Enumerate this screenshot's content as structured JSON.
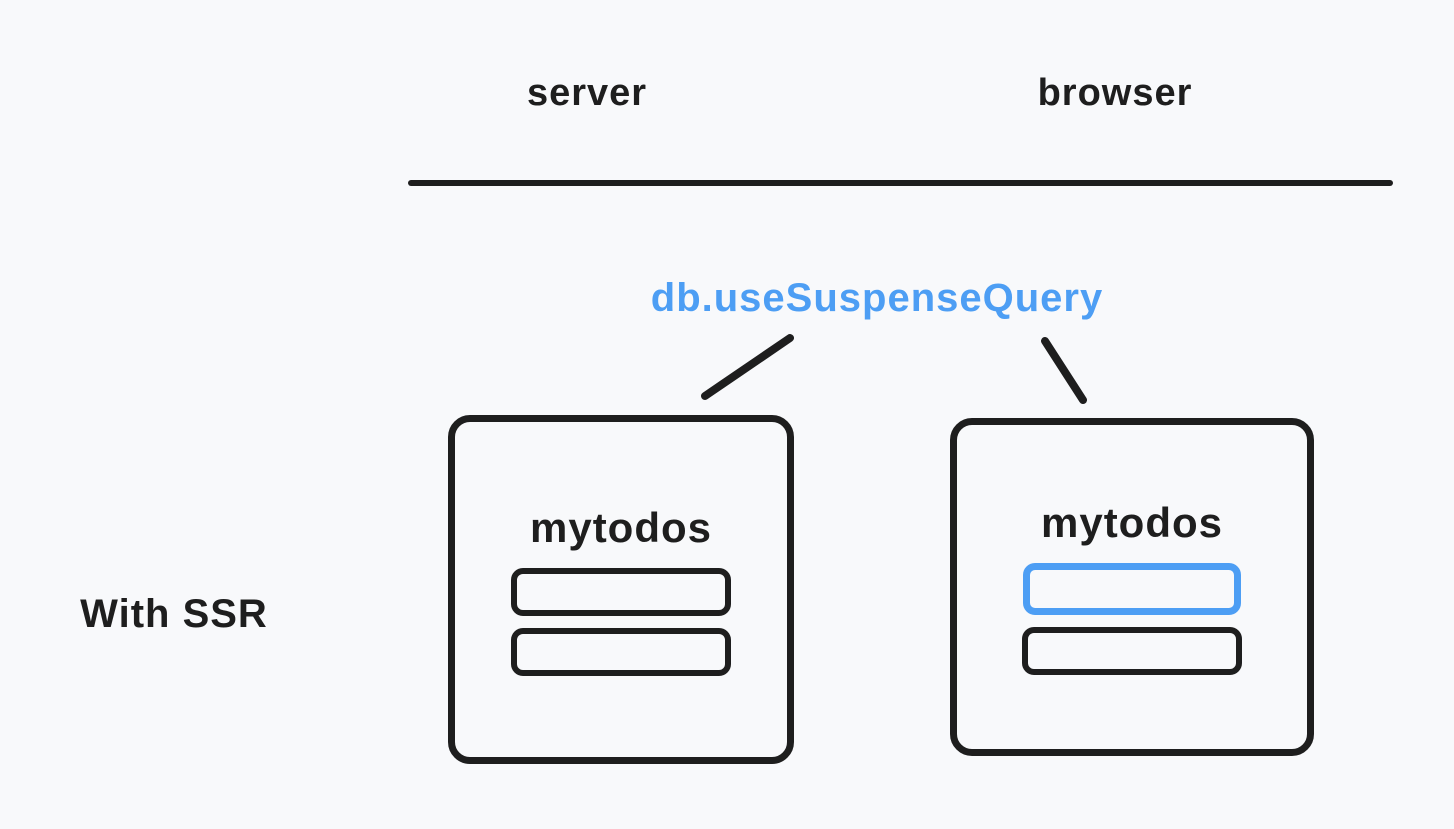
{
  "diagram": {
    "columns": {
      "server_label": "server",
      "browser_label": "browser"
    },
    "query_label": "db.useSuspenseQuery",
    "side_label": "With SSR",
    "server_box": {
      "title": "mytodos",
      "rows": [
        {
          "color": "black"
        },
        {
          "color": "black"
        }
      ]
    },
    "browser_box": {
      "title": "mytodos",
      "rows": [
        {
          "color": "blue"
        },
        {
          "color": "black"
        }
      ]
    },
    "colors": {
      "background": "#f8f9fb",
      "stroke": "#1e1e1e",
      "accent_blue": "#4d9ef4"
    }
  }
}
